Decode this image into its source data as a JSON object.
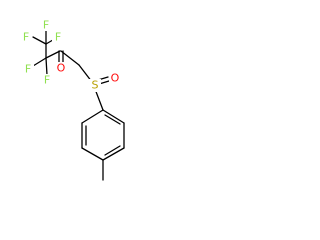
{
  "molecule": {
    "colors": {
      "bond": "#000000",
      "F": "#90e050",
      "O": "#ff0d0d",
      "S": "#b8a000"
    },
    "atoms": {
      "f1": "F",
      "f2": "F",
      "f3": "F",
      "f4": "F",
      "f5": "F",
      "o_ketone": "O",
      "s": "S",
      "o_sulfinyl": "O"
    }
  }
}
